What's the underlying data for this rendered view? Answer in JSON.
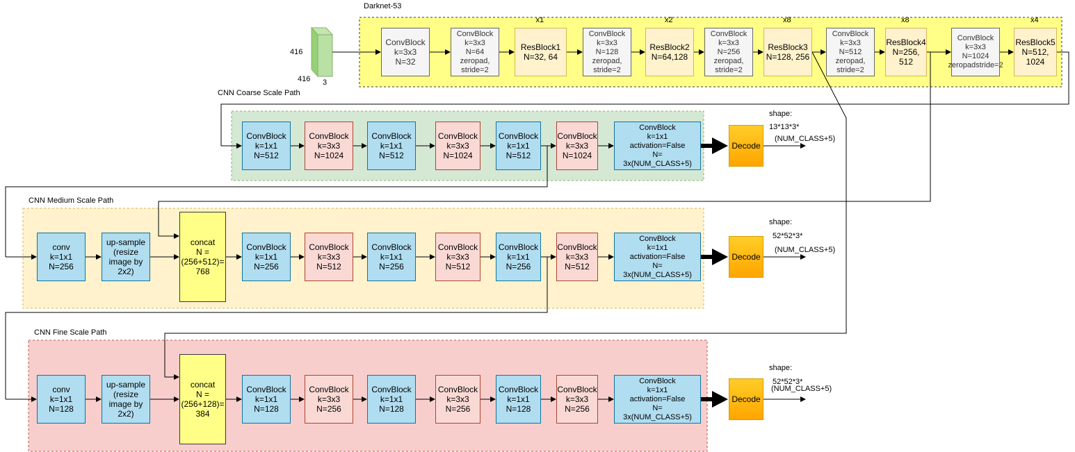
{
  "colors": {
    "darknet_bg": "#ffff88",
    "coarse_bg": "#d5e8d4",
    "medium_bg": "#fff2cc",
    "fine_bg": "#f8cecc",
    "conv_blue": "#b1ddf0",
    "conv_red": "#fad9d5",
    "concat_yellow": "#ffff88",
    "decode_orange": "#ffa500"
  },
  "input": {
    "height": "416",
    "width": "416",
    "channels": "3",
    "icon": "cube-icon"
  },
  "darknet": {
    "title": "Darknet-53",
    "blocks": [
      {
        "name": "ConvBlock",
        "lines": [
          "k=3x3",
          "N=32"
        ],
        "repeat": ""
      },
      {
        "name": "ConvBlock",
        "lines": [
          "k=3x3",
          "N=64",
          "zeropad,",
          "stride=2"
        ],
        "repeat": ""
      },
      {
        "name": "ResBlock1",
        "lines": [
          "N=32, 64"
        ],
        "repeat": "x1"
      },
      {
        "name": "ConvBlock",
        "lines": [
          "k=3x3",
          "N=128",
          "zeropad,",
          "stride=2"
        ],
        "repeat": ""
      },
      {
        "name": "ResBlock2",
        "lines": [
          "N=64,128"
        ],
        "repeat": "x2"
      },
      {
        "name": "ConvBlock",
        "lines": [
          "k=3x3",
          "N=256",
          "zeropad,",
          "stride=2"
        ],
        "repeat": ""
      },
      {
        "name": "ResBlock3",
        "lines": [
          "N=128, 256"
        ],
        "repeat": "x8"
      },
      {
        "name": "ConvBlock",
        "lines": [
          "k=3x3",
          "N=512",
          "zeropad,",
          "stride=2"
        ],
        "repeat": ""
      },
      {
        "name": "ResBlock4",
        "lines": [
          "N=256,",
          "512"
        ],
        "repeat": "x8"
      },
      {
        "name": "ConvBlock",
        "lines": [
          "k=3x3",
          "N=1024",
          "zeropadstride=2"
        ],
        "repeat": ""
      },
      {
        "name": "ResBlock5",
        "lines": [
          "N=512,",
          "1024"
        ],
        "repeat": "x4"
      }
    ]
  },
  "coarse": {
    "title": "CNN Coarse Scale Path",
    "blocks": [
      {
        "name": "ConvBlock",
        "lines": [
          "k=1x1",
          "N=512"
        ]
      },
      {
        "name": "ConvBlock",
        "lines": [
          "k=3x3",
          "N=1024"
        ]
      },
      {
        "name": "ConvBlock",
        "lines": [
          "k=1x1",
          "N=512"
        ]
      },
      {
        "name": "ConvBlock",
        "lines": [
          "k=3x3",
          "N=1024"
        ]
      },
      {
        "name": "ConvBlock",
        "lines": [
          "k=1x1",
          "N=512"
        ]
      },
      {
        "name": "ConvBlock",
        "lines": [
          "k=3x3",
          "N=1024"
        ]
      },
      {
        "name": "ConvBlock",
        "lines": [
          "k=1x1",
          "activation=False",
          "N=",
          "3x(NUM_CLASS+5)"
        ]
      }
    ],
    "decode": "Decode",
    "shape_label": "shape:",
    "shape_value": "13*13*3*",
    "shape_suffix": "(NUM_CLASS+5)"
  },
  "medium": {
    "title": "CNN Medium Scale Path",
    "conv": {
      "name": "conv",
      "lines": [
        "k=1x1",
        "N=256"
      ]
    },
    "upsample": {
      "lines": [
        "up-sample",
        "(resize",
        "image by",
        "2x2)"
      ]
    },
    "concat": {
      "name": "concat",
      "lines": [
        "N =",
        "(256+512)=",
        "768"
      ]
    },
    "blocks": [
      {
        "name": "ConvBlock",
        "lines": [
          "k=1x1",
          "N=256"
        ]
      },
      {
        "name": "ConvBlock",
        "lines": [
          "k=3x3",
          "N=512"
        ]
      },
      {
        "name": "ConvBlock",
        "lines": [
          "k=1x1",
          "N=256"
        ]
      },
      {
        "name": "ConvBlock",
        "lines": [
          "k=3x3",
          "N=512"
        ]
      },
      {
        "name": "ConvBlock",
        "lines": [
          "k=1x1",
          "N=256"
        ]
      },
      {
        "name": "ConvBlock",
        "lines": [
          "k=3x3",
          "N=512"
        ]
      },
      {
        "name": "ConvBlock",
        "lines": [
          "k=1x1",
          "activation=False",
          "N=",
          "3x(NUM_CLASS+5)"
        ]
      }
    ],
    "decode": "Decode",
    "shape_label": "shape:",
    "shape_value": "52*52*3*",
    "shape_suffix": "(NUM_CLASS+5)"
  },
  "fine": {
    "title": "CNN Fine Scale Path",
    "conv": {
      "name": "conv",
      "lines": [
        "k=1x1",
        "N=128"
      ]
    },
    "upsample": {
      "lines": [
        "up-sample",
        "(resize",
        "image by",
        "2x2)"
      ]
    },
    "concat": {
      "name": "concat",
      "lines": [
        "N =",
        "(256+128)=",
        "384"
      ]
    },
    "blocks": [
      {
        "name": "ConvBlock",
        "lines": [
          "k=1x1",
          "N=128"
        ]
      },
      {
        "name": "ConvBlock",
        "lines": [
          "k=3x3",
          "N=256"
        ]
      },
      {
        "name": "ConvBlock",
        "lines": [
          "k=1x1",
          "N=128"
        ]
      },
      {
        "name": "ConvBlock",
        "lines": [
          "k=3x3",
          "N=256"
        ]
      },
      {
        "name": "ConvBlock",
        "lines": [
          "k=1x1",
          "N=128"
        ]
      },
      {
        "name": "ConvBlock",
        "lines": [
          "k=3x3",
          "N=256"
        ]
      },
      {
        "name": "ConvBlock",
        "lines": [
          "k=1x1",
          "activation=False",
          "N=",
          "3x(NUM_CLASS+5)"
        ]
      }
    ],
    "decode": "Decode",
    "shape_label": "shape:",
    "shape_value": "52*52*3*",
    "shape_suffix": "(NUM_CLASS+5)"
  }
}
